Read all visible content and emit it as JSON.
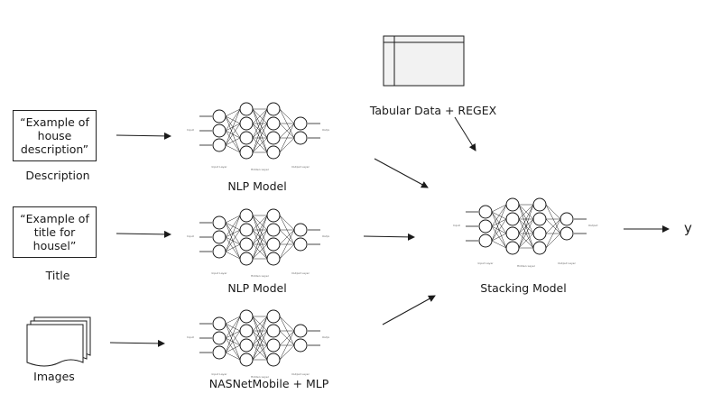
{
  "inputs": {
    "description_box": "“Example of house description”",
    "description_label": "Description",
    "title_box": "“Example of title for housel”",
    "title_label": "Title",
    "images_label": "Images"
  },
  "models": {
    "nlp1": "NLP Model",
    "nlp2": "NLP Model",
    "image_model": "NASNetMobile + MLP",
    "stacking": "Stacking Model"
  },
  "tabular_label": "Tabular Data + REGEX",
  "output_label": "y",
  "network_layer_labels": {
    "input": "Input Layer",
    "hidden": "Hidden Layer",
    "output": "Output Layer",
    "in_side": "Input",
    "out_side": "Output"
  },
  "colors": {
    "stroke": "#1a1a1a",
    "fill": "#ffffff"
  }
}
